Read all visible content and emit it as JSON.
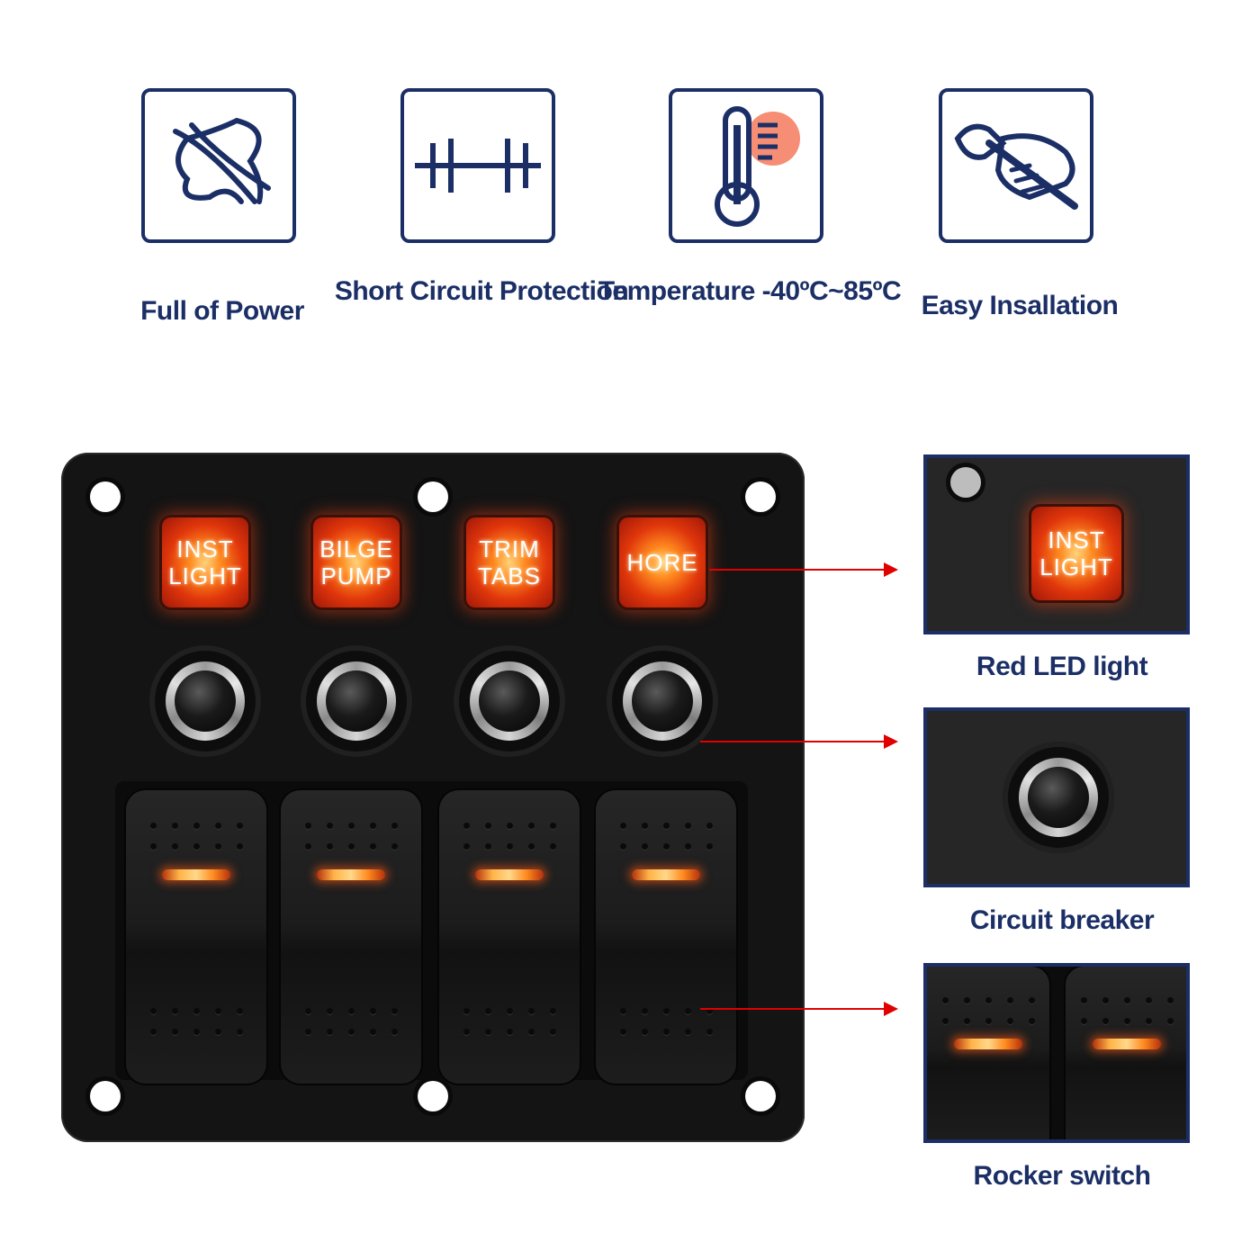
{
  "features": [
    {
      "icon": "broken-wire-icon",
      "label": "Full of Power"
    },
    {
      "icon": "circuit-fuse-icon",
      "label": "Short Circuit Protection"
    },
    {
      "icon": "thermometer-icon",
      "label": "Temperature -40ºC~85ºC"
    },
    {
      "icon": "wrench-hand-icon",
      "label": "Easy Insallation"
    }
  ],
  "panel": {
    "labels": [
      {
        "line1": "INST",
        "line2": "LIGHT"
      },
      {
        "line1": "BILGE",
        "line2": "PUMP"
      },
      {
        "line1": "TRIM",
        "line2": "TABS"
      },
      {
        "line1": "HORE",
        "line2": ""
      }
    ]
  },
  "details": [
    {
      "label": "Red LED light",
      "inner1": "INST",
      "inner2": "LIGHT"
    },
    {
      "label": "Circuit breaker"
    },
    {
      "label": "Rocker switch"
    }
  ],
  "colors": {
    "brand": "#1b2f66",
    "arrow": "#e00000",
    "led": "#e0360b"
  }
}
